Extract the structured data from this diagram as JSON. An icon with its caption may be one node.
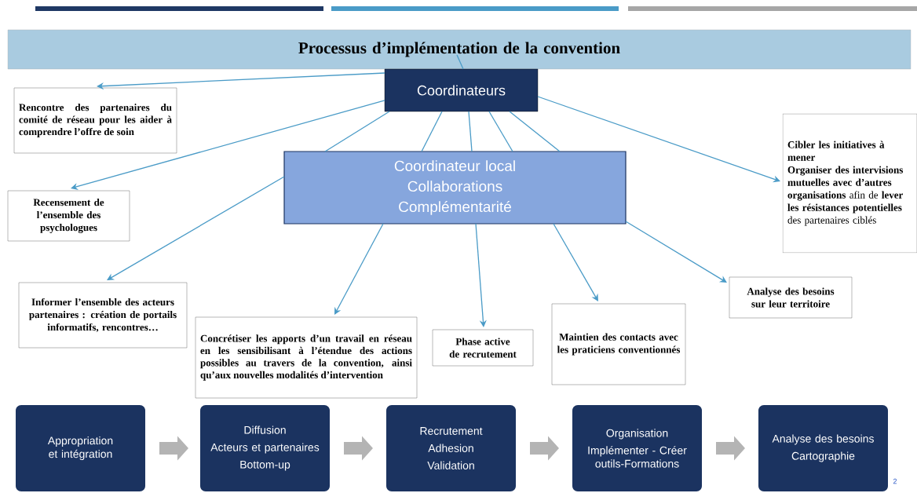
{
  "diagram": {
    "nodes": [
      {
        "text": [
          "Processus d’implémentation de la convention"
        ]
      },
      {
        "text": [
          "Coordinateurs"
        ]
      },
      {
        "text": [
          "Rencontre des partenaires du comité de réseau pour les aider à comprendre l’offre de soin"
        ]
      },
      {
        "text": [
          "Recensement de l’ensemble des psychologues"
        ]
      },
      {
        "text": [
          "Coordinateur local",
          "Collaborations",
          "Complémentarité"
        ]
      },
      {
        "text": [
          "Cibler les initiatives à mener",
          "**Organiser des intervisions mutuelles avec d’autres organisations** afin de **lever les résistances potentielles** des partenaires ciblés"
        ]
      },
      {
        "text": [
          "Informer l’ensemble des acteurs partenaires : création de portails informatifs, rencontres…"
        ]
      },
      {
        "text": [
          "Concrétiser les apports d’un travail en réseau en les sensibilisant à l’étendue des actions possibles au travers de la convention, ainsi qu’aux nouvelles modalités d’intervention"
        ]
      },
      {
        "text": [
          "Phase active de recrutement"
        ]
      },
      {
        "text": [
          "Maintien des contacts avec les praticiens conventionnés"
        ]
      },
      {
        "text": [
          "Analyse des besoins sur leur territoire"
        ]
      },
      {
        "text": [
          "Appropriation et intégration"
        ]
      },
      {
        "text": [
          "Diffusion",
          "Acteurs et partenaires",
          "Bottom-up"
        ]
      },
      {
        "text": [
          "Recrutement",
          "Adhesion",
          "Validation"
        ]
      },
      {
        "text": [
          "Organisation",
          "Implémenter - Créer outils-Formations"
        ]
      },
      {
        "text": [
          "Analyse des besoins",
          "Cartographie"
        ]
      }
    ],
    "edges": [
      {
        "from": 0,
        "to": 1,
        "arrow": "none"
      },
      {
        "from": 1,
        "to": 2,
        "arrow": "to"
      },
      {
        "from": 1,
        "to": 3,
        "arrow": "to"
      },
      {
        "from": 1,
        "to": 5,
        "arrow": "to"
      },
      {
        "from": 1,
        "to": 4,
        "arrow": "none"
      },
      {
        "from": 1,
        "to": 4,
        "arrow": "none"
      },
      {
        "from": 1,
        "to": 4,
        "arrow": "none"
      },
      {
        "from": 1,
        "to": 4,
        "arrow": "none"
      },
      {
        "from": 1,
        "to": 4,
        "arrow": "none"
      },
      {
        "from": 4,
        "to": 6,
        "arrow": "to"
      },
      {
        "from": 4,
        "to": 7,
        "arrow": "to"
      },
      {
        "from": 4,
        "to": 8,
        "arrow": "to"
      },
      {
        "from": 4,
        "to": 9,
        "arrow": "to"
      },
      {
        "from": 4,
        "to": 10,
        "arrow": "to"
      },
      {
        "from": 11,
        "to": 12,
        "arrow": "to",
        "style": "thick",
        "color": "#b4b4b4"
      },
      {
        "from": 12,
        "to": 13,
        "arrow": "to",
        "style": "thick",
        "color": "#b4b4b4"
      },
      {
        "from": 13,
        "to": 14,
        "arrow": "to",
        "style": "thick",
        "color": "#b4b4b4"
      },
      {
        "from": 14,
        "to": 15,
        "arrow": "to",
        "style": "thick",
        "color": "#b4b4b4"
      }
    ],
    "labels": [
      "2"
    ]
  }
}
